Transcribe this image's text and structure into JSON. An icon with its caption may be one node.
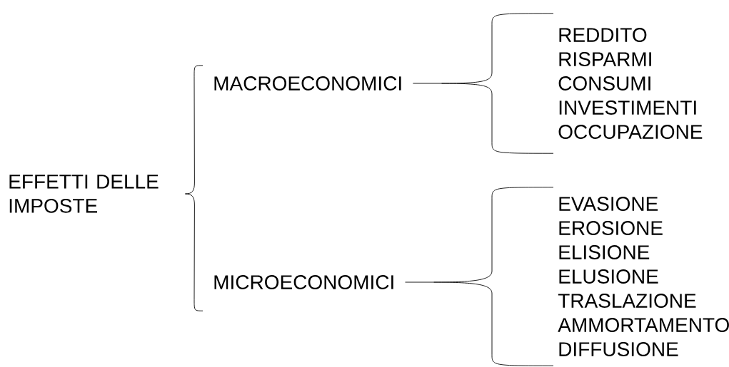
{
  "diagram": {
    "nodes": [
      {
        "text": [
          "EFFETTI DELLE IMPOSTE"
        ]
      },
      {
        "text": [
          "MACROECONOMICI"
        ]
      },
      {
        "text": [
          "MICROECONOMICI"
        ]
      },
      {
        "text": [
          "REDDITO",
          "RISPARMI",
          "CONSUMI",
          "INVESTIMENTI",
          "OCCUPAZIONE"
        ]
      },
      {
        "text": [
          "EVASIONE",
          "EROSIONE",
          "ELISIONE",
          "ELUSIONE",
          "TRASLAZIONE",
          "AMMORTAMENTO",
          "DIFFUSIONE"
        ]
      }
    ],
    "edges": [
      {
        "from": 0,
        "to": 1,
        "arrow": "none"
      },
      {
        "from": 0,
        "to": 2,
        "arrow": "none"
      },
      {
        "from": 1,
        "to": 3,
        "arrow": "none"
      },
      {
        "from": 2,
        "to": 4,
        "arrow": "none"
      }
    ]
  }
}
